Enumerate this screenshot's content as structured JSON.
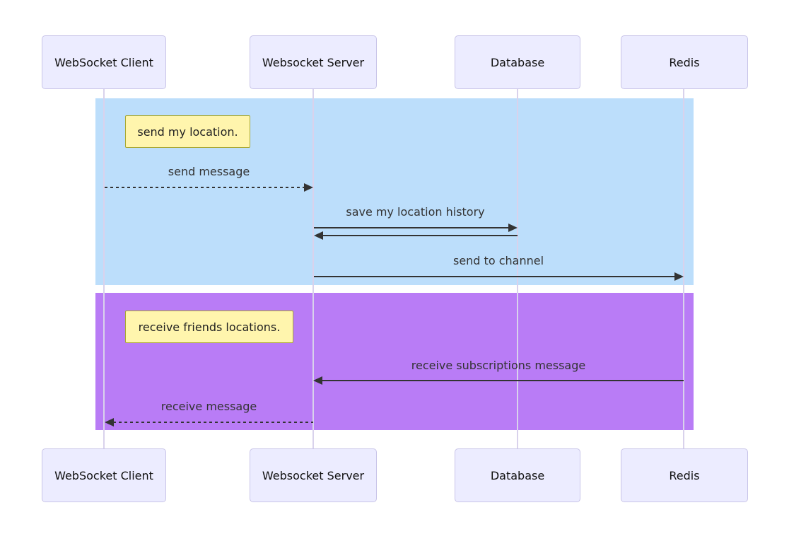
{
  "diagram_type": "sequence-diagram",
  "actors": [
    {
      "id": "websocket-client",
      "label": "WebSocket Client"
    },
    {
      "id": "websocket-server",
      "label": "Websocket Server"
    },
    {
      "id": "database",
      "label": "Database"
    },
    {
      "id": "redis",
      "label": "Redis"
    }
  ],
  "groups": [
    {
      "name": "send-location-group",
      "color": "#bcdefb",
      "note": {
        "text": "send my location."
      }
    },
    {
      "name": "receive-locations-group",
      "color": "#b97cf6",
      "note": {
        "text": "receive friends locations."
      }
    }
  ],
  "messages": [
    {
      "from": "WebSocket Client",
      "to": "Websocket Server",
      "label": "send message",
      "line": "dashed",
      "arrow": "right"
    },
    {
      "from": "Websocket Server",
      "to": "Database",
      "label": "save my location history",
      "line": "solid",
      "arrow": "right"
    },
    {
      "from": "Database",
      "to": "Websocket Server",
      "label": "",
      "line": "solid",
      "arrow": "left"
    },
    {
      "from": "Websocket Server",
      "to": "Redis",
      "label": "send to channel",
      "line": "solid",
      "arrow": "right"
    },
    {
      "from": "Redis",
      "to": "Websocket Server",
      "label": "receive subscriptions message",
      "line": "solid",
      "arrow": "left"
    },
    {
      "from": "Websocket Server",
      "to": "WebSocket Client",
      "label": "receive message",
      "line": "dashed",
      "arrow": "left"
    }
  ],
  "colors": {
    "background": "#ffffff",
    "actor_fill": "#ececff",
    "actor_border": "#c8c4e8",
    "lifeline": "#d9d2ec",
    "group_blue": "#bcdefb",
    "group_purple": "#b97cf6",
    "note_fill": "#fff5ad",
    "note_border": "#a8a832",
    "message_line": "#333333",
    "message_text": "#333333"
  }
}
